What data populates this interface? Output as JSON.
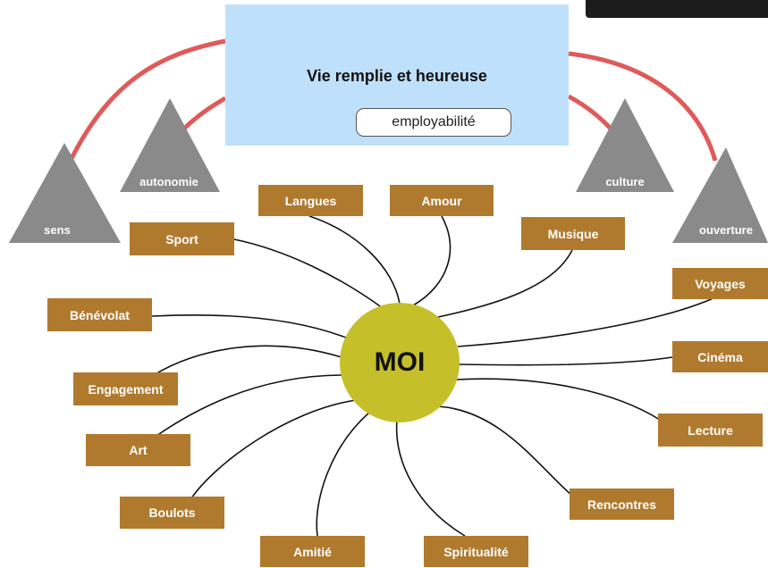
{
  "diagram": {
    "top_box": {
      "title": "Vie remplie et heureuse",
      "pill": "employabilité"
    },
    "mountains": [
      {
        "id": "sens",
        "label": "sens"
      },
      {
        "id": "autonomie",
        "label": "autonomie"
      },
      {
        "id": "culture",
        "label": "culture"
      },
      {
        "id": "ouverture",
        "label": "ouverture"
      }
    ],
    "center": {
      "label": "MOI"
    },
    "nodes": [
      {
        "id": "langues",
        "label": "Langues"
      },
      {
        "id": "amour",
        "label": "Amour"
      },
      {
        "id": "sport",
        "label": "Sport"
      },
      {
        "id": "musique",
        "label": "Musique"
      },
      {
        "id": "voyages",
        "label": "Voyages"
      },
      {
        "id": "benevolat",
        "label": "Bénévolat"
      },
      {
        "id": "cinema",
        "label": "Cinéma"
      },
      {
        "id": "engagement",
        "label": "Engagement"
      },
      {
        "id": "lecture",
        "label": "Lecture"
      },
      {
        "id": "art",
        "label": "Art"
      },
      {
        "id": "rencontres",
        "label": "Rencontres"
      },
      {
        "id": "boulots",
        "label": "Boulots"
      },
      {
        "id": "amitie",
        "label": "Amitié"
      },
      {
        "id": "spiritualite",
        "label": "Spiritualité"
      }
    ],
    "colors": {
      "node": "#b07a2e",
      "hub": "#c5bf2a",
      "mountain": "#8a8a8a",
      "arc": "#e05a5a",
      "top_box": "#bfe0fb",
      "connector": "#111111"
    }
  }
}
